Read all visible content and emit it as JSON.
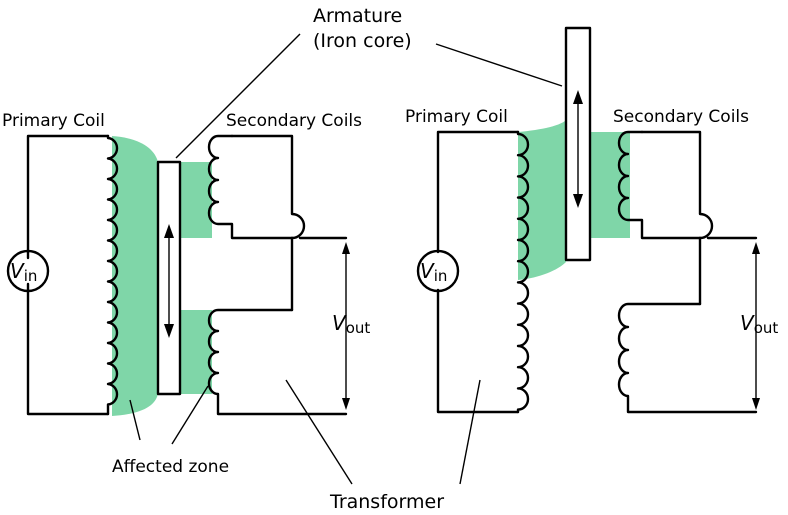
{
  "colors": {
    "zone": "#7fd6a8",
    "ink": "#000000",
    "background": "#ffffff"
  },
  "labels": {
    "armature_line1": "Armature",
    "armature_line2": "(Iron core)",
    "primary_coil": "Primary Coil",
    "secondary_coils": "Secondary Coils",
    "affected_zone": "Affected zone",
    "transformer": "Transformer",
    "v": "V",
    "in_sub": "in",
    "out_sub": "out"
  }
}
